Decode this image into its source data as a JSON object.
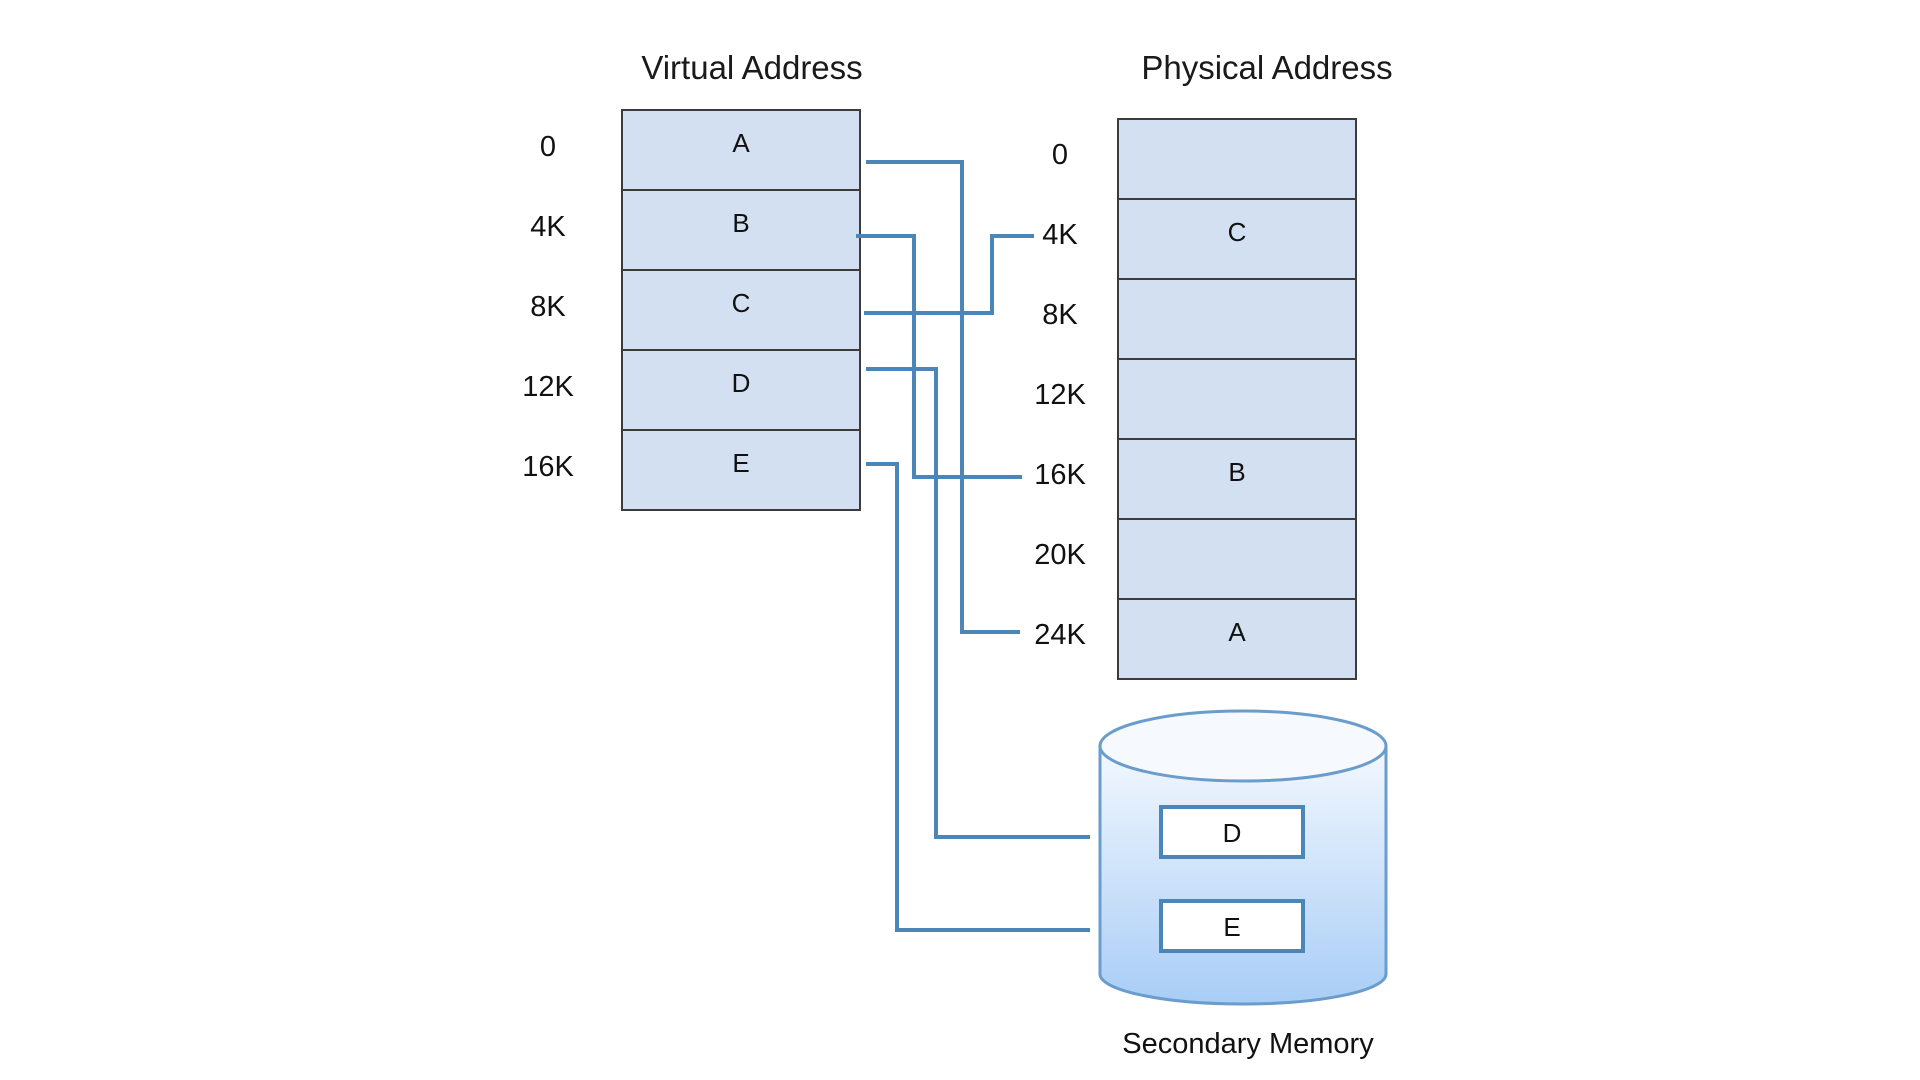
{
  "virtual": {
    "title": "Virtual Address",
    "rows": [
      {
        "address": "0",
        "page": "A"
      },
      {
        "address": "4K",
        "page": "B"
      },
      {
        "address": "8K",
        "page": "C"
      },
      {
        "address": "12K",
        "page": "D"
      },
      {
        "address": "16K",
        "page": "E"
      }
    ]
  },
  "physical": {
    "title": "Physical Address",
    "rows": [
      {
        "address": "0",
        "page": ""
      },
      {
        "address": "4K",
        "page": "C"
      },
      {
        "address": "8K",
        "page": ""
      },
      {
        "address": "12K",
        "page": ""
      },
      {
        "address": "16K",
        "page": "B"
      },
      {
        "address": "20K",
        "page": ""
      },
      {
        "address": "24K",
        "page": "A"
      }
    ]
  },
  "secondary": {
    "caption": "Secondary Memory",
    "pages": [
      "D",
      "E"
    ]
  },
  "mappings": [
    {
      "from": "A",
      "to": "physical",
      "target": "24K"
    },
    {
      "from": "B",
      "to": "physical",
      "target": "16K"
    },
    {
      "from": "C",
      "to": "physical",
      "target": "4K"
    },
    {
      "from": "D",
      "to": "secondary",
      "target": "D"
    },
    {
      "from": "E",
      "to": "secondary",
      "target": "E"
    }
  ],
  "colors": {
    "cell_fill": "#d3e0f1",
    "cell_border": "#3c3c3c",
    "connector": "#4a86b8",
    "disk_top": "#f3f8fe",
    "disk_bottom": "#a9cdf6",
    "disk_border": "#6a9ccc"
  }
}
